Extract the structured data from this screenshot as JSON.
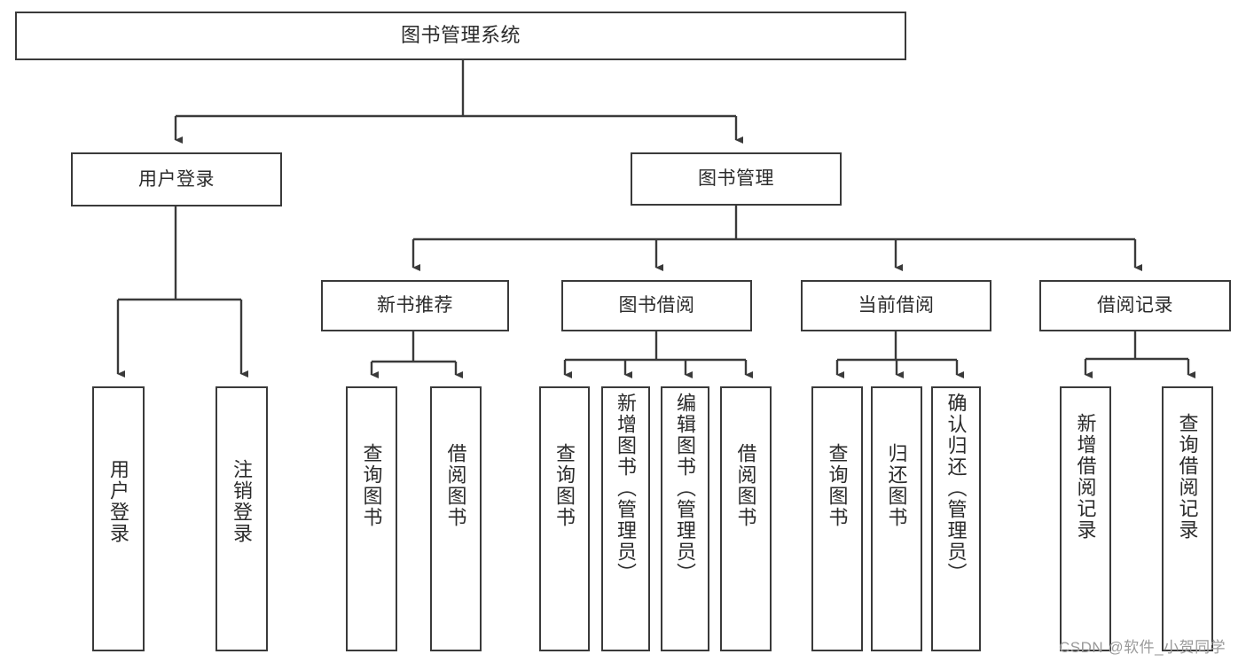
{
  "diagram": {
    "title": "图书管理系统",
    "type": "tree-hierarchy",
    "colors": {
      "box_border": "#3a3a3a",
      "box_fill": "#ffffff",
      "edge": "#3a3a3a",
      "text": "#2b2b2b",
      "watermark": "#9a9a9a",
      "background": "#ffffff"
    },
    "watermark": "CSDN @软件_小贺同学",
    "nodes": {
      "root": {
        "label": "图书管理系统",
        "level": 1
      },
      "user_login": {
        "label": "用户登录",
        "level": 2
      },
      "book_manage": {
        "label": "图书管理",
        "level": 2
      },
      "new_book_rec": {
        "label": "新书推荐",
        "level": 3
      },
      "book_borrow": {
        "label": "图书借阅",
        "level": 3
      },
      "current_borrow": {
        "label": "当前借阅",
        "level": 3
      },
      "borrow_record": {
        "label": "借阅记录",
        "level": 3
      },
      "leaf_user_login": {
        "label": "用户登录",
        "level": 3
      },
      "leaf_logout_login": {
        "label": "注销登录",
        "level": 3
      },
      "leaf_query_book_a": {
        "label": "查询图书",
        "level": 4
      },
      "leaf_borrow_book_a": {
        "label": "借阅图书",
        "level": 4
      },
      "leaf_query_book_b": {
        "label": "查询图书",
        "level": 4
      },
      "leaf_add_book": {
        "label": "新增图书（管理员）",
        "level": 4
      },
      "leaf_edit_book": {
        "label": "编辑图书（管理员）",
        "level": 4
      },
      "leaf_borrow_book_b": {
        "label": "借阅图书",
        "level": 4
      },
      "leaf_query_book_c": {
        "label": "查询图书",
        "level": 4
      },
      "leaf_return_book": {
        "label": "归还图书",
        "level": 4
      },
      "leaf_confirm_return": {
        "label": "确认归还（管理员）",
        "level": 4
      },
      "leaf_add_record": {
        "label": "新增借阅记录",
        "level": 4
      },
      "leaf_query_record": {
        "label": "查询借阅记录",
        "level": 4
      }
    },
    "edges": [
      {
        "from": "root",
        "to": "user_login"
      },
      {
        "from": "root",
        "to": "book_manage"
      },
      {
        "from": "user_login",
        "to": "leaf_user_login"
      },
      {
        "from": "user_login",
        "to": "leaf_logout_login"
      },
      {
        "from": "book_manage",
        "to": "new_book_rec"
      },
      {
        "from": "book_manage",
        "to": "book_borrow"
      },
      {
        "from": "book_manage",
        "to": "current_borrow"
      },
      {
        "from": "book_manage",
        "to": "borrow_record"
      },
      {
        "from": "new_book_rec",
        "to": "leaf_query_book_a"
      },
      {
        "from": "new_book_rec",
        "to": "leaf_borrow_book_a"
      },
      {
        "from": "book_borrow",
        "to": "leaf_query_book_b"
      },
      {
        "from": "book_borrow",
        "to": "leaf_add_book"
      },
      {
        "from": "book_borrow",
        "to": "leaf_edit_book"
      },
      {
        "from": "book_borrow",
        "to": "leaf_borrow_book_b"
      },
      {
        "from": "current_borrow",
        "to": "leaf_query_book_c"
      },
      {
        "from": "current_borrow",
        "to": "leaf_return_book"
      },
      {
        "from": "current_borrow",
        "to": "leaf_confirm_return"
      },
      {
        "from": "borrow_record",
        "to": "leaf_add_record"
      },
      {
        "from": "borrow_record",
        "to": "leaf_query_record"
      }
    ]
  }
}
